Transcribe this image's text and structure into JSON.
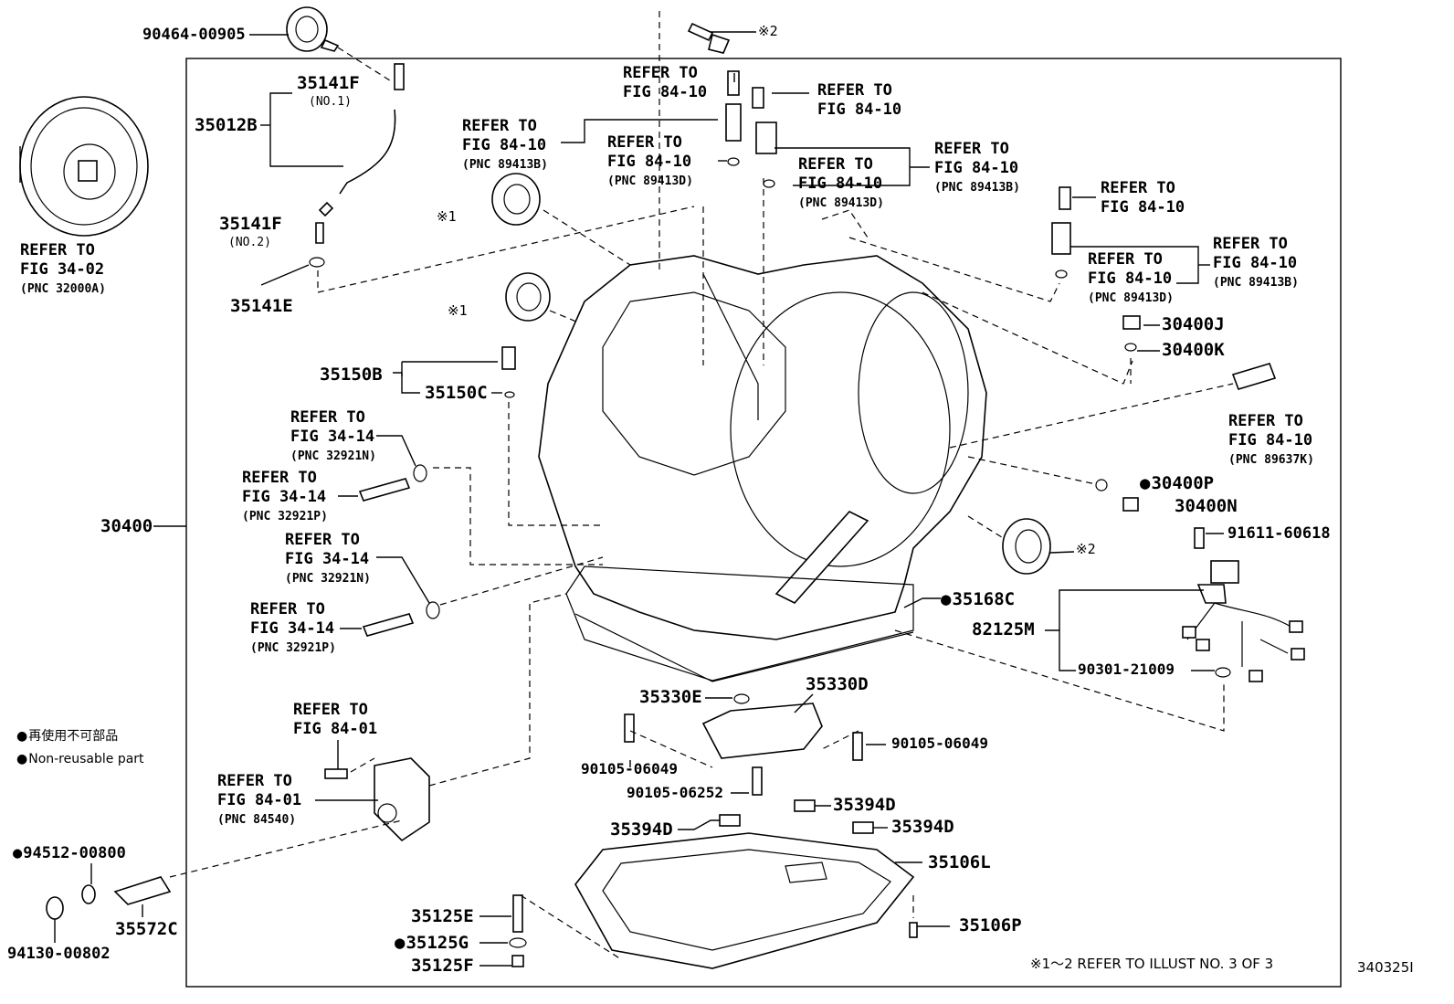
{
  "figure_id": "340325I",
  "footnote": "※1～2 REFER TO ILLUST NO. 3 OF 3",
  "legend": {
    "japanese": "再使用不可部品",
    "english": "Non-reusable part"
  },
  "parts": {
    "p90464": "90464-00905",
    "p35141F_1": "35141F",
    "p35141F_1_sub": "(NO.1)",
    "p35012B": "35012B",
    "p35141F_2": "35141F",
    "p35141F_2_sub": "(NO.2)",
    "p35141E": "35141E",
    "p35150B": "35150B",
    "p35150C": "35150C",
    "p30400": "30400",
    "p30400J": "30400J",
    "p30400K": "30400K",
    "p30400P": "30400P",
    "p30400N": "30400N",
    "p91611": "91611-60618",
    "p35168C": "35168C",
    "p82125M": "82125M",
    "p90301": "90301-21009",
    "p35330E": "35330E",
    "p35330D": "35330D",
    "p90105a": "90105-06049",
    "p90105b": "90105-06049",
    "p90105c": "90105-06252",
    "p35394Da": "35394D",
    "p35394Db": "35394D",
    "p35394Dc": "35394D",
    "p35106L": "35106L",
    "p35106P": "35106P",
    "p35125E": "35125E",
    "p35125G": "35125G",
    "p35125F": "35125F",
    "p94512": "94512-00800",
    "p94130": "94130-00802",
    "p35572C": "35572C",
    "mark1a": "※1",
    "mark1b": "※1",
    "mark2a": "※2",
    "mark2b": "※2"
  },
  "refs": {
    "r_conv": {
      "l1": "REFER TO",
      "l2": "FIG 34-02",
      "pnc": "(PNC 32000A)"
    },
    "r_top1": {
      "l1": "REFER TO",
      "l2": "FIG 84-10"
    },
    "r_top2": {
      "l1": "REFER TO",
      "l2": "FIG 84-10"
    },
    "r_left3": {
      "l1": "REFER TO",
      "l2": "FIG 84-10",
      "pnc": "(PNC 89413B)"
    },
    "r_mid4": {
      "l1": "REFER TO",
      "l2": "FIG 84-10",
      "pnc": "(PNC 89413D)"
    },
    "r_mid5": {
      "l1": "REFER TO",
      "l2": "FIG 84-10",
      "pnc": "(PNC 89413D)"
    },
    "r_right6": {
      "l1": "REFER TO",
      "l2": "FIG 84-10",
      "pnc": "(PNC 89413B)"
    },
    "r_right7": {
      "l1": "REFER TO",
      "l2": "FIG 84-10"
    },
    "r_right8": {
      "l1": "REFER TO",
      "l2": "FIG 84-10",
      "pnc": "(PNC 89413D)"
    },
    "r_right9": {
      "l1": "REFER TO",
      "l2": "FIG 84-10",
      "pnc": "(PNC 89413B)"
    },
    "r_right10": {
      "l1": "REFER TO",
      "l2": "FIG 84-10",
      "pnc": "(PNC 89637K)"
    },
    "r_o1": {
      "l1": "REFER TO",
      "l2": "FIG 34-14",
      "pnc": "(PNC 32921N)"
    },
    "r_p1": {
      "l1": "REFER TO",
      "l2": "FIG 34-14",
      "pnc": "(PNC 32921P)"
    },
    "r_o2": {
      "l1": "REFER TO",
      "l2": "FIG 34-14",
      "pnc": "(PNC 32921N)"
    },
    "r_p2": {
      "l1": "REFER TO",
      "l2": "FIG 34-14",
      "pnc": "(PNC 32921P)"
    },
    "r_sw1": {
      "l1": "REFER TO",
      "l2": "FIG 84-01"
    },
    "r_sw2": {
      "l1": "REFER TO",
      "l2": "FIG 84-01",
      "pnc": "(PNC 84540)"
    }
  }
}
